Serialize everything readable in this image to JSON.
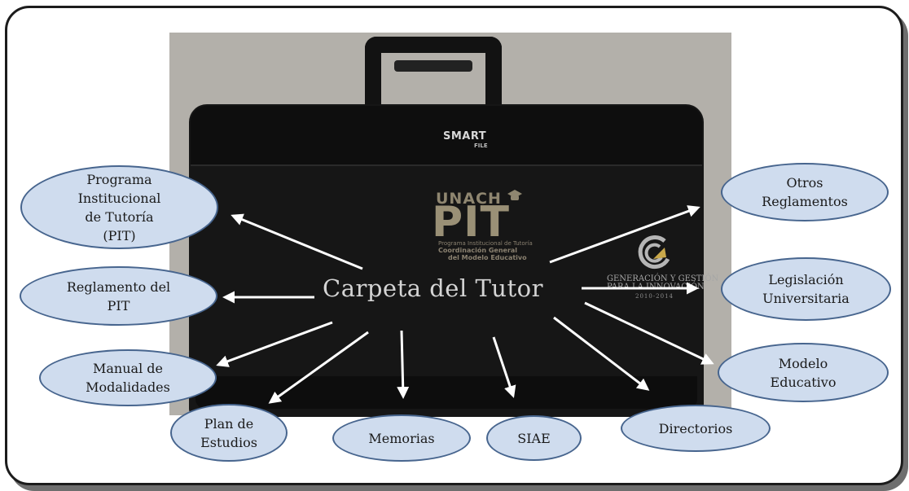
{
  "title": "Carpeta del Tutor",
  "photo": {
    "smart_brand": "SMART",
    "smart_sub": "FILE",
    "unach_text": "UNACH",
    "pit_text": "PIT",
    "pit_line1": "Programa Institucional de Tutoría",
    "pit_line2": "Coordinación General",
    "pit_line3": "del Modelo Educativo",
    "gg_line1": "GENERACIÓN Y GESTIÓN",
    "gg_line2": "PARA LA INNOVACIÓN",
    "gg_line3": "2010-2014"
  },
  "nodes": [
    {
      "id": "pit",
      "label": "Programa\nInstitucional\nde Tutoría\n(PIT)"
    },
    {
      "id": "reglamento-pit",
      "label": "Reglamento del\nPIT"
    },
    {
      "id": "manual",
      "label": "Manual de\nModalidades"
    },
    {
      "id": "plan",
      "label": "Plan de\nEstudios"
    },
    {
      "id": "memorias",
      "label": "Memorias"
    },
    {
      "id": "siae",
      "label": "SIAE"
    },
    {
      "id": "directorios",
      "label": "Directorios"
    },
    {
      "id": "modelo",
      "label": "Modelo\nEducativo"
    },
    {
      "id": "legislacion",
      "label": "Legislación\nUniversitaria"
    },
    {
      "id": "otros",
      "label": "Otros\nReglamentos"
    }
  ],
  "colors": {
    "node_fill": "#cfdcee",
    "node_border": "#47658e",
    "arrow": "#ffffff"
  }
}
